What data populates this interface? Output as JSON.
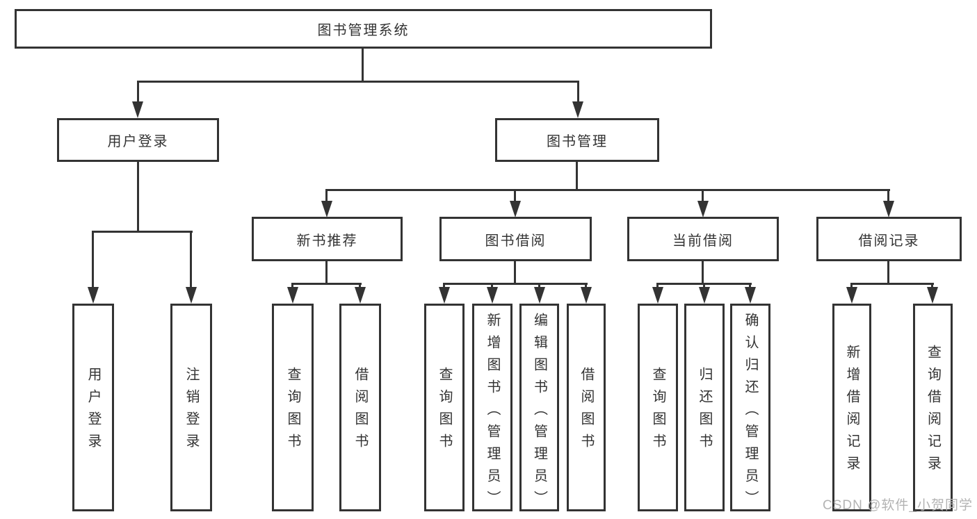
{
  "diagram_title": "图书管理系统",
  "nodes": {
    "root": "图书管理系统",
    "user_login": {
      "label": "用户登录",
      "children": [
        "用户登录",
        "注销登录"
      ]
    },
    "book_management": {
      "label": "图书管理"
    },
    "new_book_recommend": {
      "label": "新书推荐",
      "children": [
        "查询图书",
        "借阅图书"
      ]
    },
    "book_borrowing": {
      "label": "图书借阅",
      "children": [
        "查询图书",
        "新增图书（管理员）",
        "编辑图书（管理员）",
        "借阅图书"
      ]
    },
    "current_borrowing": {
      "label": "当前借阅",
      "children": [
        "查询图书",
        "归还图书",
        "确认归还（管理员）"
      ]
    },
    "borrow_records": {
      "label": "借阅记录",
      "children": [
        "新增借阅记录",
        "查询借阅记录"
      ]
    }
  },
  "watermark": "CSDN @软件_小贺同学",
  "colors": {
    "line": "#333333",
    "box_fill": "#ffffff",
    "text": "#333333",
    "watermark": "#b3b3b3"
  }
}
